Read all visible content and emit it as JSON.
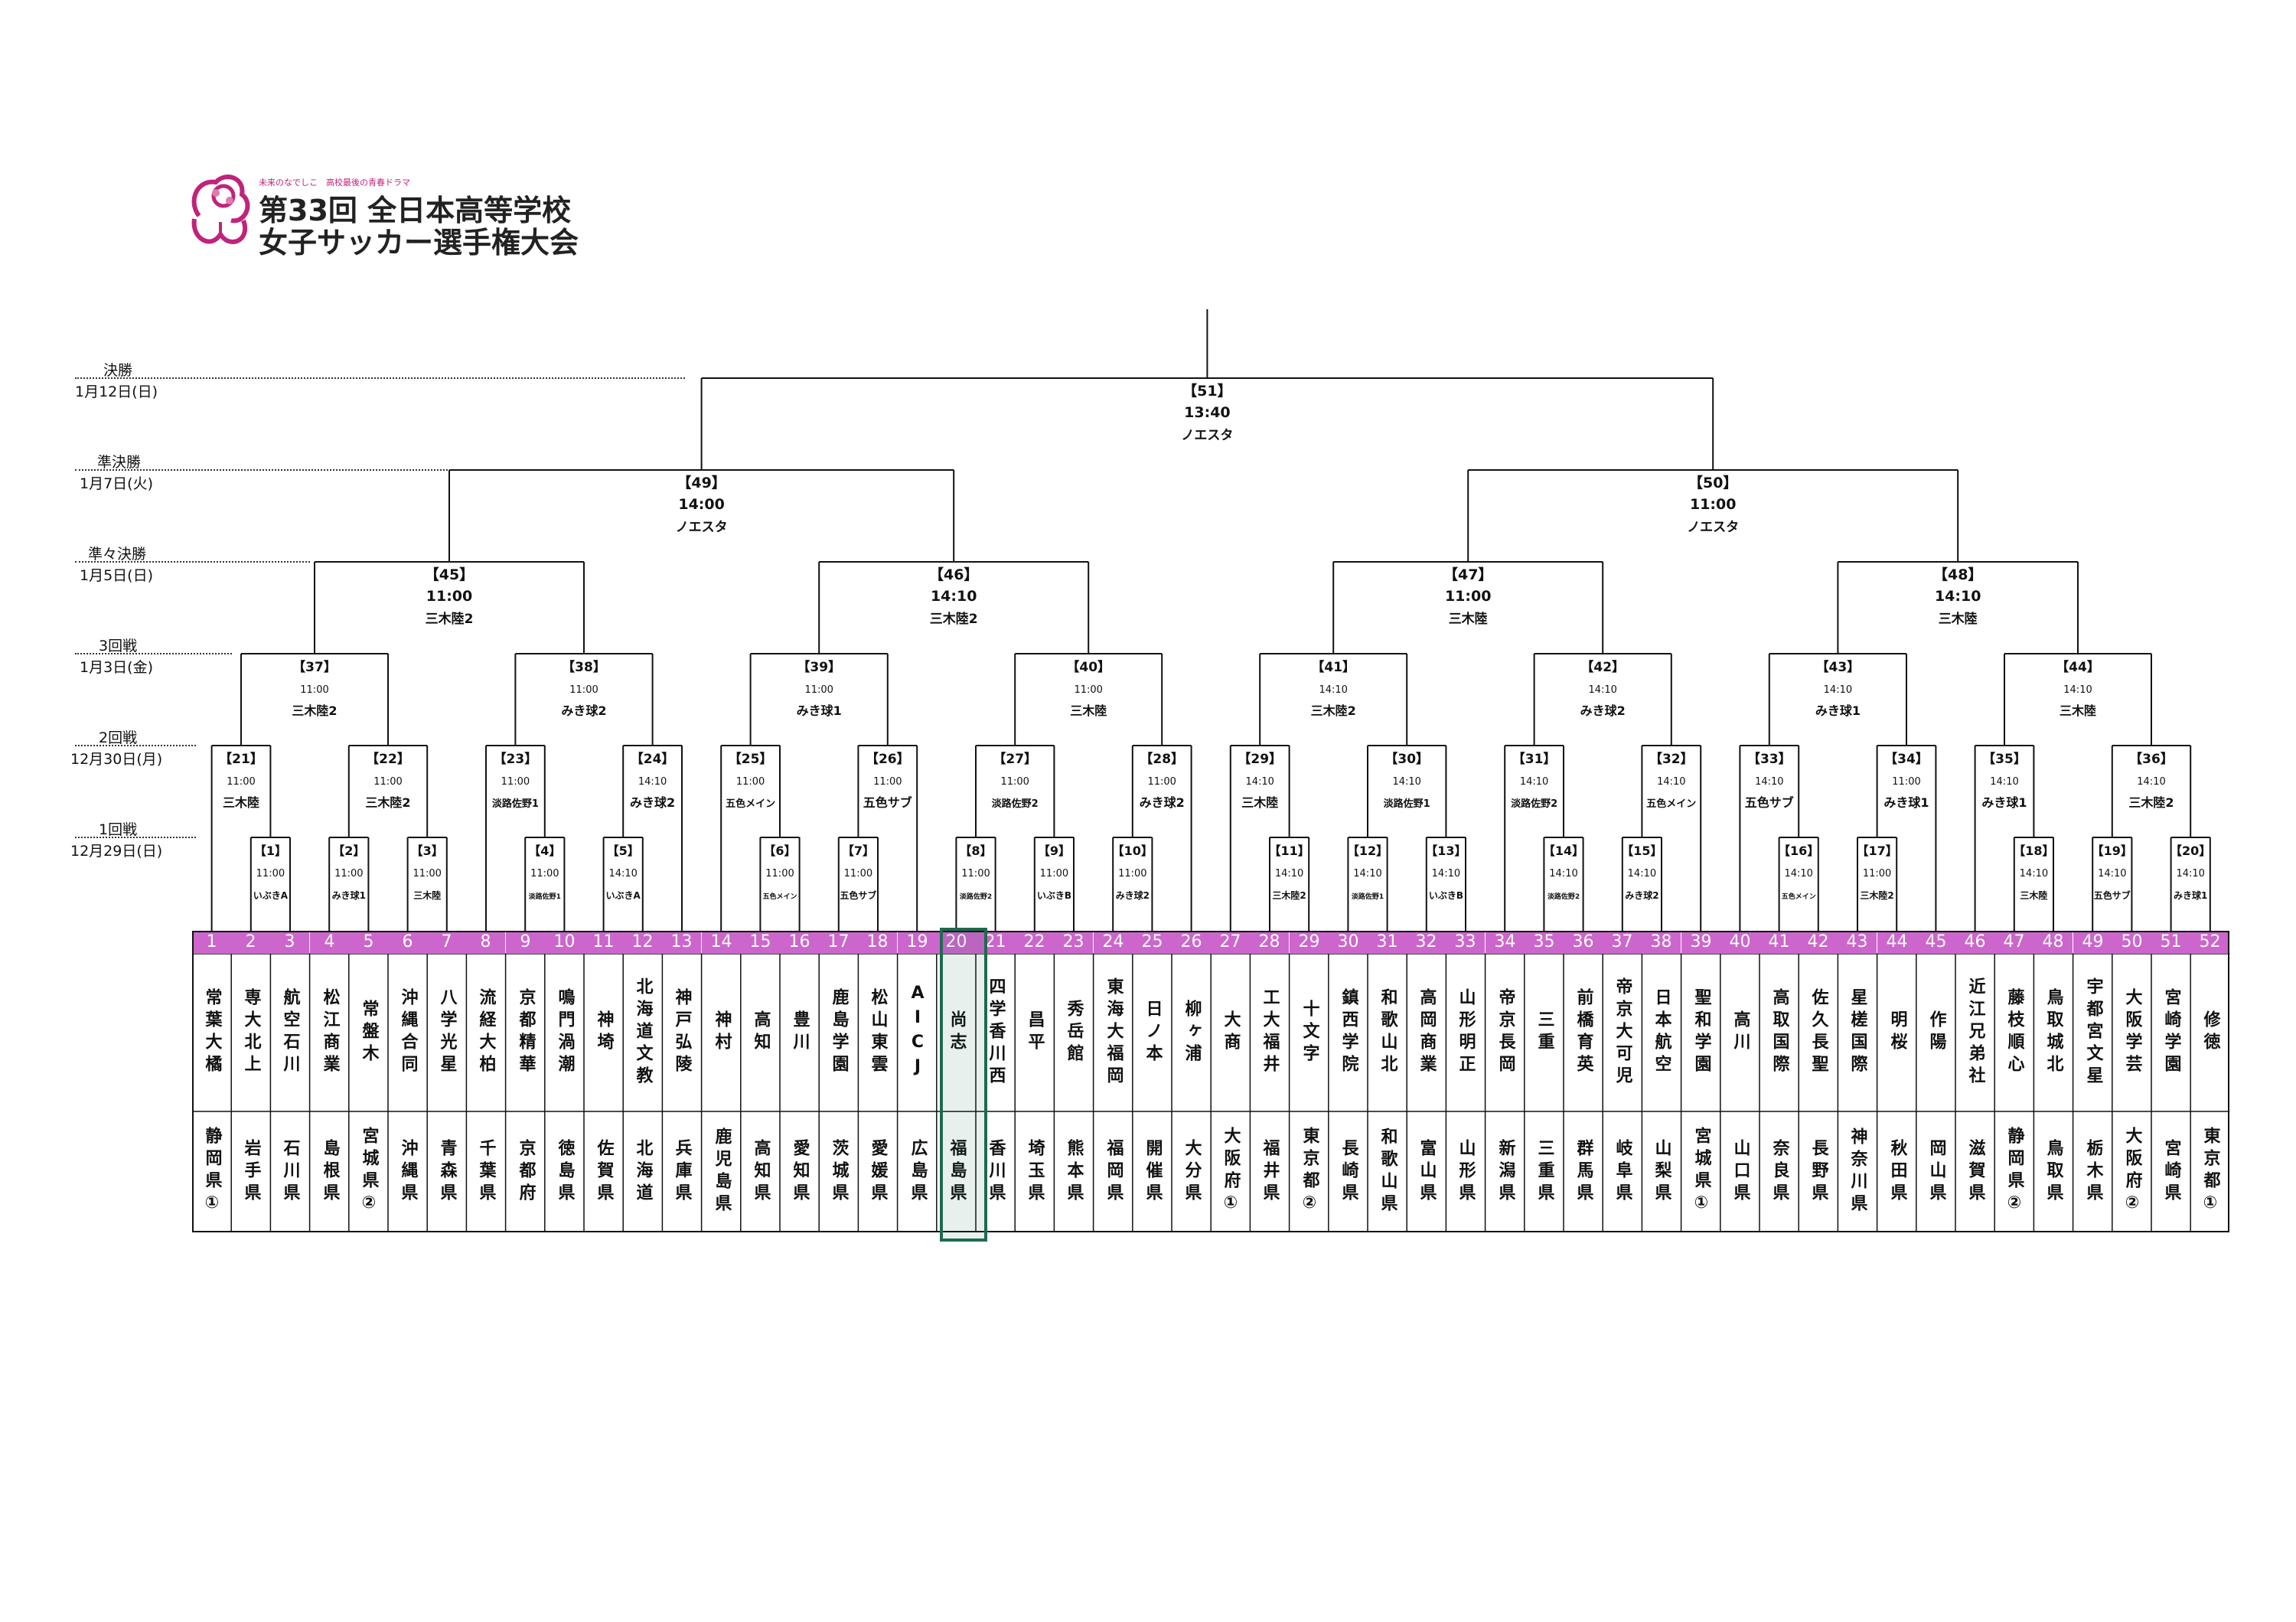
{
  "logo": {
    "tagline": "未来のなでしこ　高校最後の青春ドラマ",
    "title_line1": "第33回 全日本高等学校",
    "title_line2": "女子サッカー選手権大会"
  },
  "rounds": [
    {
      "id": "final",
      "label": "決勝",
      "date": "1月12日(日)"
    },
    {
      "id": "semi",
      "label": "準決勝",
      "date": "1月7日(火)"
    },
    {
      "id": "quarter",
      "label": "準々決勝",
      "date": "1月5日(日)"
    },
    {
      "id": "r3",
      "label": "3回戦",
      "date": "1月3日(金)"
    },
    {
      "id": "r2",
      "label": "2回戦",
      "date": "12月30日(月)"
    },
    {
      "id": "r1",
      "label": "1回戦",
      "date": "12月29日(日)"
    }
  ],
  "matches": [
    {
      "no": "【1】",
      "time": "11:00",
      "venue": "いぶきA"
    },
    {
      "no": "【2】",
      "time": "11:00",
      "venue": "みき球1"
    },
    {
      "no": "【3】",
      "time": "11:00",
      "venue": "三木陸"
    },
    {
      "no": "【4】",
      "time": "11:00",
      "venue": "淡路佐野1"
    },
    {
      "no": "【5】",
      "time": "14:10",
      "venue": "いぶきA"
    },
    {
      "no": "【6】",
      "time": "11:00",
      "venue": "五色メイン"
    },
    {
      "no": "【7】",
      "time": "11:00",
      "venue": "五色サブ"
    },
    {
      "no": "【8】",
      "time": "11:00",
      "venue": "淡路佐野2"
    },
    {
      "no": "【9】",
      "time": "11:00",
      "venue": "いぶきB"
    },
    {
      "no": "【10】",
      "time": "11:00",
      "venue": "みき球2"
    },
    {
      "no": "【11】",
      "time": "14:10",
      "venue": "三木陸2"
    },
    {
      "no": "【12】",
      "time": "14:10",
      "venue": "淡路佐野1"
    },
    {
      "no": "【13】",
      "time": "14:10",
      "venue": "いぶきB"
    },
    {
      "no": "【14】",
      "time": "14:10",
      "venue": "淡路佐野2"
    },
    {
      "no": "【15】",
      "time": "14:10",
      "venue": "みき球2"
    },
    {
      "no": "【16】",
      "time": "14:10",
      "venue": "五色メイン"
    },
    {
      "no": "【17】",
      "time": "11:00",
      "venue": "三木陸2"
    },
    {
      "no": "【18】",
      "time": "14:10",
      "venue": "三木陸"
    },
    {
      "no": "【19】",
      "time": "14:10",
      "venue": "五色サブ"
    },
    {
      "no": "【20】",
      "time": "14:10",
      "venue": "みき球1"
    },
    {
      "no": "【21】",
      "time": "11:00",
      "venue": "三木陸"
    },
    {
      "no": "【22】",
      "time": "11:00",
      "venue": "三木陸2"
    },
    {
      "no": "【23】",
      "time": "11:00",
      "venue": "淡路佐野1"
    },
    {
      "no": "【24】",
      "time": "14:10",
      "venue": "みき球2"
    },
    {
      "no": "【25】",
      "time": "11:00",
      "venue": "五色メイン"
    },
    {
      "no": "【26】",
      "time": "11:00",
      "venue": "五色サブ"
    },
    {
      "no": "【27】",
      "time": "11:00",
      "venue": "淡路佐野2"
    },
    {
      "no": "【28】",
      "time": "11:00",
      "venue": "みき球2"
    },
    {
      "no": "【29】",
      "time": "14:10",
      "venue": "三木陸"
    },
    {
      "no": "【30】",
      "time": "14:10",
      "venue": "淡路佐野1"
    },
    {
      "no": "【31】",
      "time": "14:10",
      "venue": "淡路佐野2"
    },
    {
      "no": "【32】",
      "time": "14:10",
      "venue": "五色メイン"
    },
    {
      "no": "【33】",
      "time": "14:10",
      "venue": "五色サブ"
    },
    {
      "no": "【34】",
      "time": "11:00",
      "venue": "みき球1"
    },
    {
      "no": "【35】",
      "time": "14:10",
      "venue": "みき球1"
    },
    {
      "no": "【36】",
      "time": "14:10",
      "venue": "三木陸2"
    },
    {
      "no": "【37】",
      "time": "11:00",
      "venue": "三木陸2"
    },
    {
      "no": "【38】",
      "time": "11:00",
      "venue": "みき球2"
    },
    {
      "no": "【39】",
      "time": "11:00",
      "venue": "みき球1"
    },
    {
      "no": "【40】",
      "time": "11:00",
      "venue": "三木陸"
    },
    {
      "no": "【41】",
      "time": "14:10",
      "venue": "三木陸2"
    },
    {
      "no": "【42】",
      "time": "14:10",
      "venue": "みき球2"
    },
    {
      "no": "【43】",
      "time": "14:10",
      "venue": "みき球1"
    },
    {
      "no": "【44】",
      "time": "14:10",
      "venue": "三木陸"
    },
    {
      "no": "【45】",
      "time": "11:00",
      "venue": "三木陸2"
    },
    {
      "no": "【46】",
      "time": "14:10",
      "venue": "三木陸2"
    },
    {
      "no": "【47】",
      "time": "11:00",
      "venue": "三木陸"
    },
    {
      "no": "【48】",
      "time": "14:10",
      "venue": "三木陸"
    },
    {
      "no": "【49】",
      "time": "14:00",
      "venue": "ノエスタ"
    },
    {
      "no": "【50】",
      "time": "11:00",
      "venue": "ノエスタ"
    },
    {
      "no": "【51】",
      "time": "13:40",
      "venue": "ノエスタ"
    }
  ],
  "teams": [
    {
      "no": "1",
      "name": "常葉大橘",
      "pref": "静岡県①"
    },
    {
      "no": "2",
      "name": "専大北上",
      "pref": "岩手県"
    },
    {
      "no": "3",
      "name": "航空石川",
      "pref": "石川県"
    },
    {
      "no": "4",
      "name": "松江商業",
      "pref": "島根県"
    },
    {
      "no": "5",
      "name": "常盤木",
      "pref": "宮城県②"
    },
    {
      "no": "6",
      "name": "沖縄合同",
      "pref": "沖縄県"
    },
    {
      "no": "7",
      "name": "八学光星",
      "pref": "青森県"
    },
    {
      "no": "8",
      "name": "流経大柏",
      "pref": "千葉県"
    },
    {
      "no": "9",
      "name": "京都精華",
      "pref": "京都府"
    },
    {
      "no": "10",
      "name": "鳴門渦潮",
      "pref": "徳島県"
    },
    {
      "no": "11",
      "name": "神埼",
      "pref": "佐賀県"
    },
    {
      "no": "12",
      "name": "北海道文教",
      "pref": "北海道"
    },
    {
      "no": "13",
      "name": "神戸弘陵",
      "pref": "兵庫県"
    },
    {
      "no": "14",
      "name": "神村",
      "pref": "鹿児島県"
    },
    {
      "no": "15",
      "name": "高知",
      "pref": "高知県"
    },
    {
      "no": "16",
      "name": "豊川",
      "pref": "愛知県"
    },
    {
      "no": "17",
      "name": "鹿島学園",
      "pref": "茨城県"
    },
    {
      "no": "18",
      "name": "松山東雲",
      "pref": "愛媛県"
    },
    {
      "no": "19",
      "name": "AICJ",
      "pref": "広島県"
    },
    {
      "no": "20",
      "name": "尚志",
      "pref": "福島県"
    },
    {
      "no": "21",
      "name": "四学香川西",
      "pref": "香川県"
    },
    {
      "no": "22",
      "name": "昌平",
      "pref": "埼玉県"
    },
    {
      "no": "23",
      "name": "秀岳館",
      "pref": "熊本県"
    },
    {
      "no": "24",
      "name": "東海大福岡",
      "pref": "福岡県"
    },
    {
      "no": "25",
      "name": "日ノ本",
      "pref": "開催県"
    },
    {
      "no": "26",
      "name": "柳ヶ浦",
      "pref": "大分県"
    },
    {
      "no": "27",
      "name": "大商",
      "pref": "大阪府①"
    },
    {
      "no": "28",
      "name": "工大福井",
      "pref": "福井県"
    },
    {
      "no": "29",
      "name": "十文字",
      "pref": "東京都②"
    },
    {
      "no": "30",
      "name": "鎮西学院",
      "pref": "長崎県"
    },
    {
      "no": "31",
      "name": "和歌山北",
      "pref": "和歌山県"
    },
    {
      "no": "32",
      "name": "高岡商業",
      "pref": "富山県"
    },
    {
      "no": "33",
      "name": "山形明正",
      "pref": "山形県"
    },
    {
      "no": "34",
      "name": "帝京長岡",
      "pref": "新潟県"
    },
    {
      "no": "35",
      "name": "三重",
      "pref": "三重県"
    },
    {
      "no": "36",
      "name": "前橋育英",
      "pref": "群馬県"
    },
    {
      "no": "37",
      "name": "帝京大可児",
      "pref": "岐阜県"
    },
    {
      "no": "38",
      "name": "日本航空",
      "pref": "山梨県"
    },
    {
      "no": "39",
      "name": "聖和学園",
      "pref": "宮城県①"
    },
    {
      "no": "40",
      "name": "高川",
      "pref": "山口県"
    },
    {
      "no": "41",
      "name": "高取国際",
      "pref": "奈良県"
    },
    {
      "no": "42",
      "name": "佐久長聖",
      "pref": "長野県"
    },
    {
      "no": "43",
      "name": "星槎国際",
      "pref": "神奈川県"
    },
    {
      "no": "44",
      "name": "明桜",
      "pref": "秋田県"
    },
    {
      "no": "45",
      "name": "作陽",
      "pref": "岡山県"
    },
    {
      "no": "46",
      "name": "近江兄弟社",
      "pref": "滋賀県"
    },
    {
      "no": "47",
      "name": "藤枝順心",
      "pref": "静岡県②"
    },
    {
      "no": "48",
      "name": "鳥取城北",
      "pref": "鳥取県"
    },
    {
      "no": "49",
      "name": "宇都宮文星",
      "pref": "栃木県"
    },
    {
      "no": "50",
      "name": "大阪学芸",
      "pref": "大阪府②"
    },
    {
      "no": "51",
      "name": "宮崎学園",
      "pref": "宮崎県"
    },
    {
      "no": "52",
      "name": "修徳",
      "pref": "東京都①"
    }
  ],
  "highlighted_team": "20",
  "colors": {
    "number_bar": "#cc66cc",
    "highlight": "#1e6a4e",
    "logo": "#c0237b",
    "line": "#111111"
  }
}
